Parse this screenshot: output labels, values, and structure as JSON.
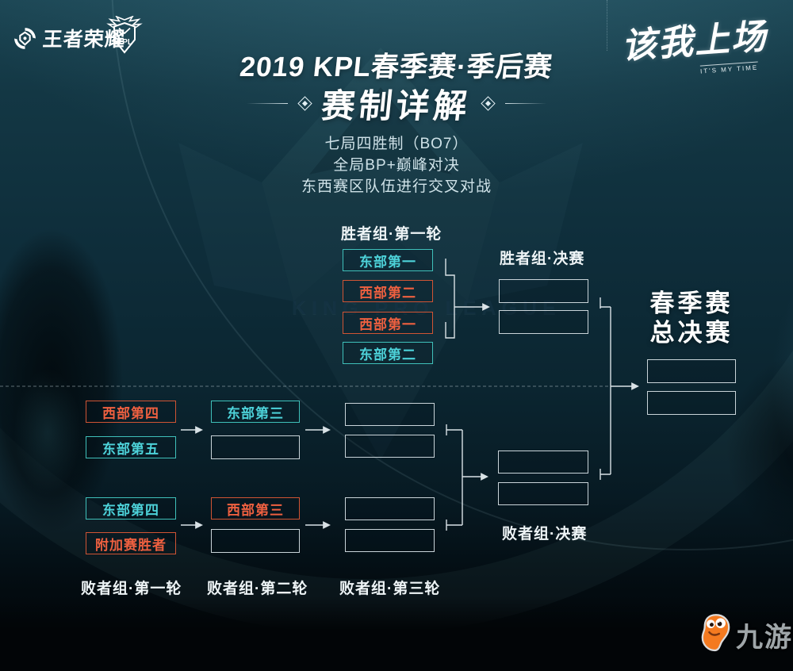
{
  "header": {
    "game_logo_text": "王者荣耀",
    "kpl_logo_text": "KPL",
    "slogan": {
      "text": "该我上场",
      "subtext": "IT'S MY TIME"
    }
  },
  "title": {
    "main": "2019 KPL春季赛·季后赛",
    "subtitle": "赛制详解"
  },
  "rules": [
    "七局四胜制（BO7）",
    "全局BP+巅峰对决",
    "东西赛区队伍进行交叉对战"
  ],
  "watermark": {
    "text": "KING PRO LEAGUE"
  },
  "colors": {
    "east_teal": "#4dd2d9",
    "west_orange": "#ef6040",
    "empty_slot_border": "#c9d4d9",
    "background_top": "#1b4553",
    "background_bottom": "#02070b",
    "jiuyou_orange": "#f47a20"
  },
  "bracket": {
    "winners_round1": {
      "label": "胜者组·第一轮",
      "slots": [
        {
          "label": "东部第一",
          "region": "east"
        },
        {
          "label": "西部第二",
          "region": "west"
        },
        {
          "label": "西部第一",
          "region": "west"
        },
        {
          "label": "东部第二",
          "region": "east"
        }
      ]
    },
    "winners_final": {
      "label": "胜者组·决赛",
      "slots": [
        "",
        ""
      ]
    },
    "grand_final": {
      "title_line1": "春季赛",
      "title_line2": "总决赛",
      "slots": [
        "",
        ""
      ]
    },
    "losers_round1": {
      "label": "败者组·第一轮",
      "slots": [
        {
          "label": "西部第四",
          "region": "west"
        },
        {
          "label": "东部第五",
          "region": "east"
        },
        {
          "label": "东部第四",
          "region": "east"
        },
        {
          "label": "附加赛胜者",
          "region": "west"
        }
      ]
    },
    "losers_round2": {
      "label": "败者组·第二轮",
      "slots": [
        {
          "label": "东部第三",
          "region": "east"
        },
        {
          "label": "",
          "region": "empty"
        },
        {
          "label": "西部第三",
          "region": "west"
        },
        {
          "label": "",
          "region": "empty"
        }
      ]
    },
    "losers_round3": {
      "label": "败者组·第三轮",
      "slots": [
        "",
        "",
        "",
        ""
      ]
    },
    "losers_final": {
      "label": "败者组·决赛",
      "slots": [
        "",
        ""
      ]
    }
  },
  "footer": {
    "publisher": "九游"
  }
}
